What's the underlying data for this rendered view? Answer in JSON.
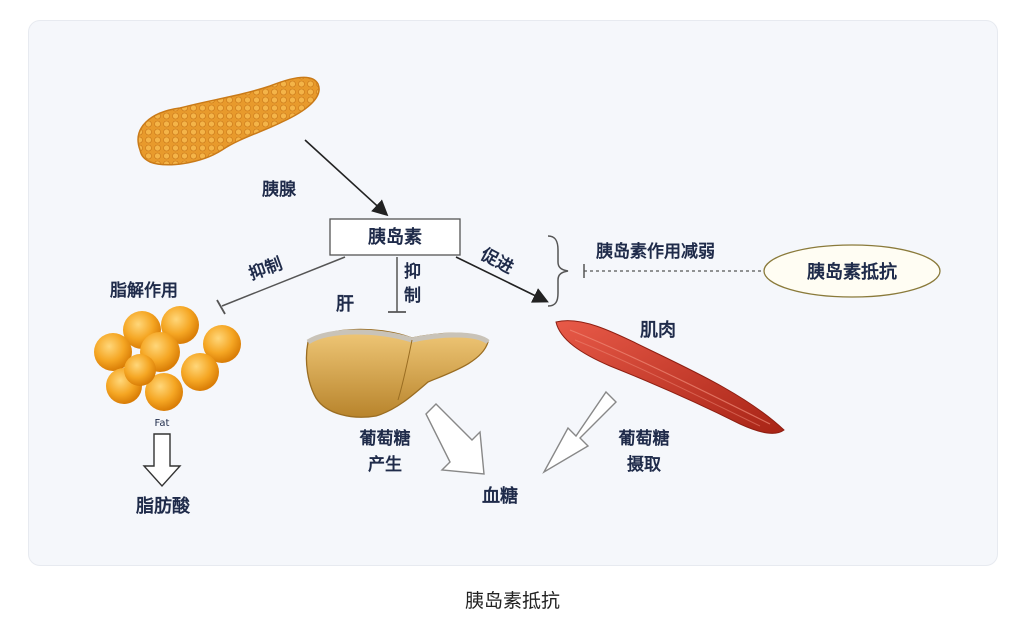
{
  "diagram": {
    "pancreas_label": "胰腺",
    "insulin_box": "胰岛素",
    "inhibit_left": "抑制",
    "inhibit_mid_1": "抑",
    "inhibit_mid_2": "制",
    "promote": "促进",
    "effect_weakened": "胰岛素作用减弱",
    "insulin_resistance": "胰岛素抵抗",
    "lipolysis": "脂解作用",
    "fat_small": "Fat",
    "fatty_acid": "脂肪酸",
    "liver": "肝",
    "glucose_prod_1": "葡萄糖",
    "glucose_prod_2": "产生",
    "muscle": "肌肉",
    "glucose_uptake_1": "葡萄糖",
    "glucose_uptake_2": "摄取",
    "blood_glucose": "血糖"
  },
  "caption": "胰岛素抵抗",
  "colors": {
    "panel_bg": "#f5f7fb",
    "text": "#1f2b4a",
    "pancreas": "#e8a33a",
    "fat": "#f2a020",
    "liver": "#d2a040",
    "muscle": "#c83a2e"
  }
}
